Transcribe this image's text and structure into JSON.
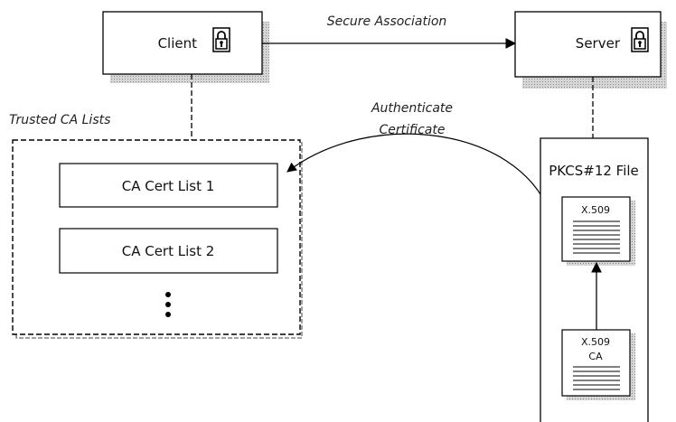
{
  "labels": {
    "secure_association": "Secure Association",
    "authenticate_line1": "Authenticate",
    "authenticate_line2": "Certificate",
    "trusted_ca_lists": "Trusted CA Lists"
  },
  "client": {
    "label": "Client",
    "icon": "padlock-icon"
  },
  "server": {
    "label": "Server",
    "icon": "padlock-icon"
  },
  "ca_lists": {
    "items": [
      "CA Cert List 1",
      "CA Cert List 2"
    ],
    "more_icon": "vertical-ellipsis-icon"
  },
  "pkcs12": {
    "title": "PKCS#12 File",
    "cert": {
      "label": "X.509"
    },
    "ca_cert": {
      "label_line1": "X.509",
      "label_line2": "CA"
    }
  },
  "colors": {
    "stroke": "#000000",
    "shadow": "#c0c0c0",
    "background": "#ffffff"
  }
}
